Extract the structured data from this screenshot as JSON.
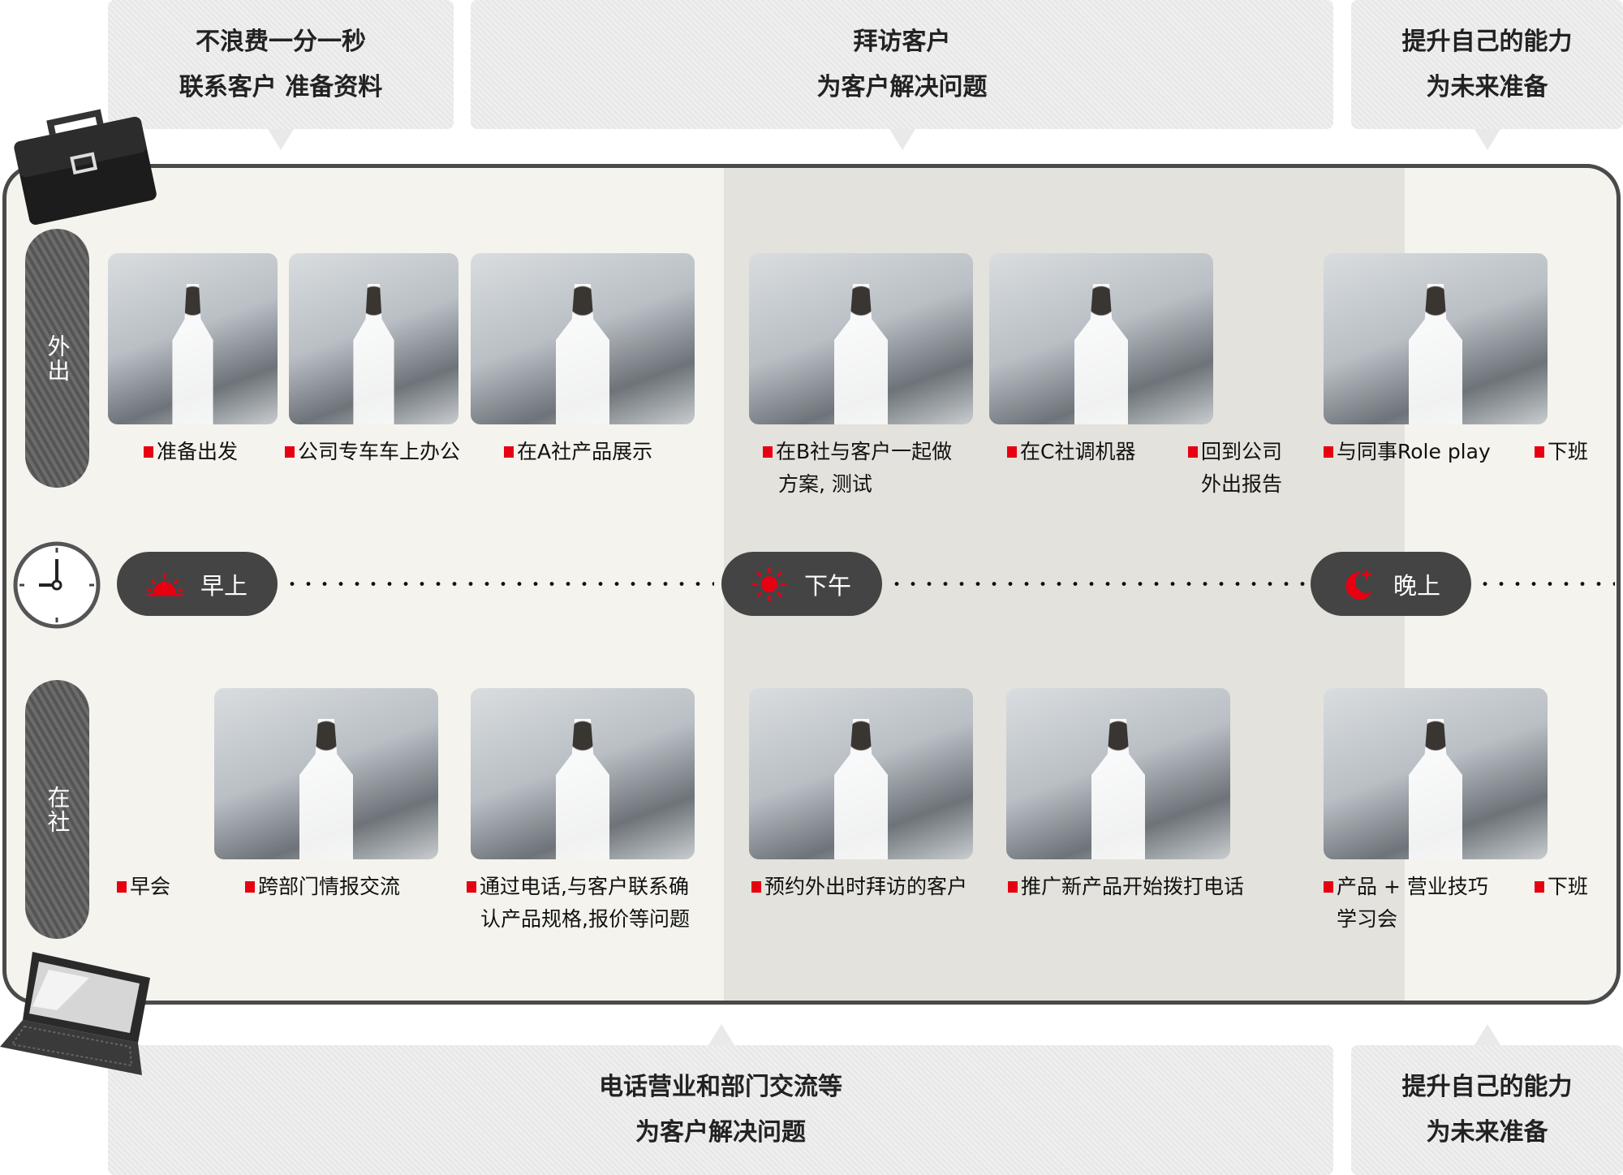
{
  "top_callouts": [
    {
      "line1": "不浪费一分一秒",
      "line2": "联系客户  准备资料"
    },
    {
      "line1": "拜访客户",
      "line2": "为客户解决问题"
    },
    {
      "line1": "提升自己的能力",
      "line2": "为未来准备"
    }
  ],
  "bottom_callouts": [
    {
      "line1": "电话营业和部门交流等",
      "line2": "为客户解决问题"
    },
    {
      "line1": "提升自己的能力",
      "line2": "为未来准备"
    }
  ],
  "side_labels": {
    "out": "外出",
    "office": "在社"
  },
  "timeline": {
    "morning": "早上",
    "afternoon": "下午",
    "evening": "晚上"
  },
  "icons": {
    "top_left": "briefcase-icon",
    "bottom_left": "laptop-icon",
    "clock": "clock-icon",
    "morning": "sunrise-icon",
    "afternoon": "sun-icon",
    "evening": "moon-icon"
  },
  "colors": {
    "accent": "#e60012",
    "panel": "#f4f3ed",
    "band": "#e3e2dc",
    "dark": "#444444"
  },
  "out_items": [
    {
      "line1": "准备出发"
    },
    {
      "line1": "公司专车车上办公"
    },
    {
      "line1": "在A社产品展示"
    },
    {
      "line1": "在B社与客户一起做",
      "line2": "方案, 测试"
    },
    {
      "line1": "在C社调机器"
    },
    {
      "line1": "回到公司",
      "line2": "外出报告"
    },
    {
      "line1": "与同事Role play"
    },
    {
      "line1": "下班"
    }
  ],
  "office_items": [
    {
      "line1": "早会"
    },
    {
      "line1": "跨部门情报交流"
    },
    {
      "line1": "通过电话,与客户联系确",
      "line2": "认产品规格,报价等问题"
    },
    {
      "line1": "预约外出时拜访的客户"
    },
    {
      "line1": "推广新产品开始拨打电话"
    },
    {
      "line1": "产品 + 营业技巧",
      "line2": "学习会"
    },
    {
      "line1": "下班"
    }
  ]
}
